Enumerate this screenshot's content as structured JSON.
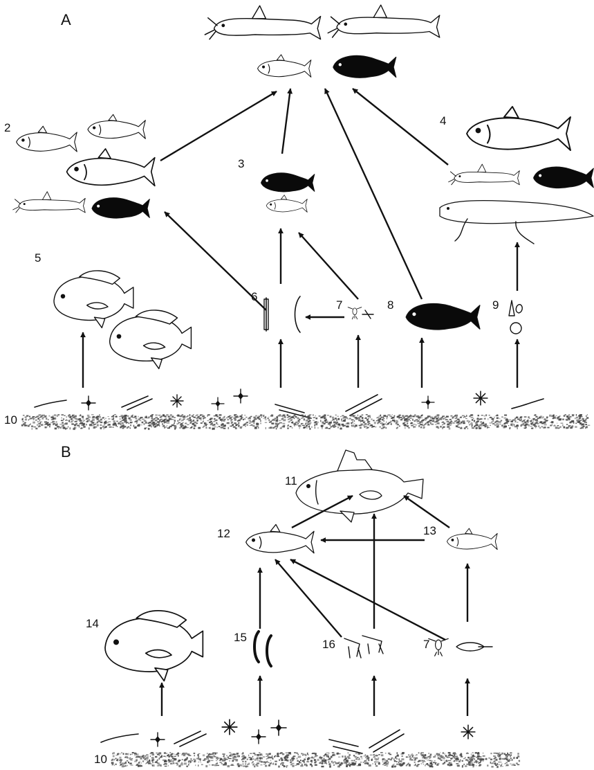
{
  "panels": [
    {
      "id": "A",
      "letter": "A"
    },
    {
      "id": "B",
      "letter": "B"
    }
  ],
  "labels": {
    "a2": "2",
    "a3": "3",
    "a4": "4",
    "a5": "5",
    "a6": "6",
    "a7": "7",
    "a8": "8",
    "a9": "9",
    "a10": "10",
    "b7": "7",
    "b10": "10",
    "b11": "11",
    "b12": "12",
    "b13": "13",
    "b14": "14",
    "b15": "15",
    "b16": "16"
  },
  "colors": {
    "ink": "#111111",
    "silhouette": "#0a0a0a",
    "paper": "#ffffff",
    "sediment": "#4a4a4a"
  }
}
